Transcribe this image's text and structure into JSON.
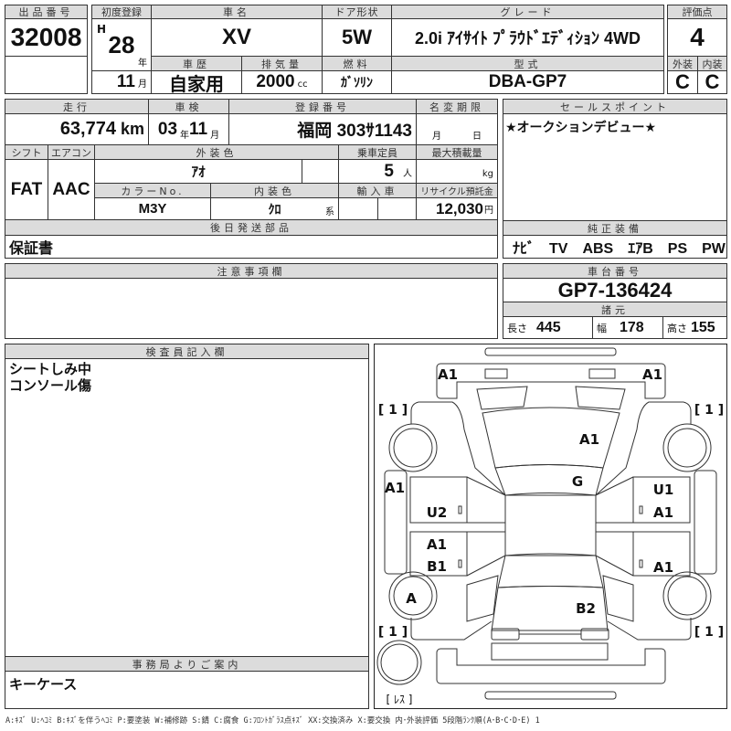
{
  "lot": {
    "label": "出品番号",
    "value": "32008"
  },
  "first_reg": {
    "label": "初度登録",
    "era": "H",
    "year": "28",
    "year_unit": "年",
    "month": "11",
    "month_unit": "月"
  },
  "car_name": {
    "label": "車名",
    "value": "XV"
  },
  "door": {
    "label": "ドア形状",
    "value": "5W"
  },
  "grade": {
    "label": "グレード",
    "value": "2.0i ｱｲｻｲﾄ ﾌﾟﾗｳﾄﾞｴﾃﾞｨｼｮﾝ 4WD"
  },
  "history": {
    "label": "車歴",
    "value": "自家用"
  },
  "displacement": {
    "label": "排気量",
    "value": "2000",
    "unit": "cc"
  },
  "fuel": {
    "label": "燃料",
    "value": "ｶﾞｿﾘﾝ"
  },
  "model": {
    "label": "型式",
    "value": "DBA-GP7"
  },
  "score": {
    "label": "評価点",
    "value": "4",
    "ext_label": "外装",
    "ext": "C",
    "int_label": "内装",
    "int": "C"
  },
  "mileage": {
    "label": "走行",
    "value": "63,774",
    "unit": "km"
  },
  "inspection": {
    "label": "車検",
    "year": "03",
    "year_unit": "年",
    "month": "11",
    "month_unit": "月"
  },
  "plate": {
    "label": "登録番号",
    "value": "福岡 303ｻ1143"
  },
  "name_change": {
    "label": "名変期限",
    "month_unit": "月",
    "day_unit": "日"
  },
  "shift": {
    "label": "シフト",
    "value": "FAT"
  },
  "aircon": {
    "label": "エアコン",
    "value": "AAC"
  },
  "ext_color": {
    "label": "外装色",
    "value": "ｱｵ"
  },
  "seats": {
    "label": "乗車定員",
    "value": "5",
    "unit": "人"
  },
  "max_load": {
    "label": "最大積載量",
    "unit": "kg"
  },
  "color_no": {
    "label": "カラーNo.",
    "value": "M3Y"
  },
  "int_color": {
    "label": "内装色",
    "value": "ｸﾛ",
    "unit": "系"
  },
  "import": {
    "label": "輸入車"
  },
  "recycle": {
    "label": "リサイクル預託金",
    "value": "12,030",
    "unit": "円"
  },
  "later_parts": {
    "label": "後日発送部品",
    "value": "保証書"
  },
  "sales_point": {
    "label": "セールスポイント",
    "value": "★オークションデビュー★"
  },
  "equipment": {
    "label": "純正装備",
    "value": "ﾅﾋﾞ　TV　ABS　ｴｱB　PS　PW"
  },
  "notes": {
    "label": "注意事項欄"
  },
  "chassis": {
    "label": "車台番号",
    "value": "GP7-136424"
  },
  "specs": {
    "label": "諸元",
    "length_label": "長さ",
    "length": "445",
    "width_label": "幅",
    "width": "178",
    "height_label": "高さ",
    "height": "155"
  },
  "inspector": {
    "label": "検査員記入欄",
    "lines": [
      "シートしみ中",
      "コンソール傷"
    ]
  },
  "office": {
    "label": "事務局よりご案内",
    "value": "キーケース"
  },
  "diagram": {
    "marks": [
      "A1",
      "A1",
      "A1",
      "G",
      "A1",
      "U2",
      "A1",
      "B1",
      "U1",
      "A1",
      "A1",
      "A",
      "B2"
    ],
    "tread": [
      "[ 1 ]",
      "[ 1 ]",
      "[ 1 ]",
      "[ 1 ]"
    ],
    "spare": "[ ﾚｽ ]"
  },
  "legend": "A:ｷｽﾞ U:ﾍｺﾐ B:ｷｽﾞを伴うﾍｺﾐ P:要塗装 W:補修跡 S:錆 C:腐食 G:ﾌﾛﾝﾄｶﾞﾗｽ点ｷｽﾞ XX:交換済み X:要交換 内･外装評価 5段階ﾗﾝｸ順(A･B･C･D･E) 1"
}
